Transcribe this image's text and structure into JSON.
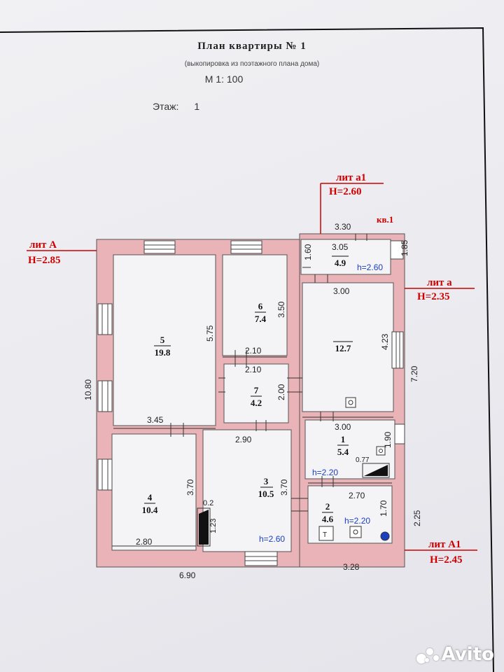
{
  "header": {
    "title": "План квартиры № 1",
    "subtitle": "(выкопировка из поэтажного плана дома)",
    "scale": "М  1: 100",
    "floor_label": "Этаж:",
    "floor_value": "1"
  },
  "liters": [
    {
      "id": "A",
      "name": "лит А",
      "height": "Н=2.85"
    },
    {
      "id": "a1",
      "name": "лит а1",
      "height": "Н=2.60"
    },
    {
      "id": "a",
      "name": "лит а",
      "height": "Н=2.35"
    },
    {
      "id": "A1",
      "name": "лит А1",
      "height": "Н=2.45"
    }
  ],
  "apartment_label": "кв.1",
  "rooms": [
    {
      "num": "1",
      "area": "5.4"
    },
    {
      "num": "2",
      "area": "4.6"
    },
    {
      "num": "3",
      "area": "10.5"
    },
    {
      "num": "4",
      "area": "10.4"
    },
    {
      "num": "5",
      "area": "19.8"
    },
    {
      "num": "6",
      "area": "7.4"
    },
    {
      "num": "7",
      "area": "4.2"
    },
    {
      "num": "",
      "area": "12.7"
    },
    {
      "num": "",
      "area": "4.9"
    }
  ],
  "dimensions": {
    "d_330": "3.30",
    "d_305": "3.05",
    "d_160": "1.60",
    "d_185": "1.85",
    "d_300a": "3.00",
    "d_423": "4.23",
    "d_720": "7.20",
    "d_300b": "3.00",
    "d_190": "1.90",
    "d_077": "0.77",
    "d_270": "2.70",
    "d_170": "1.70",
    "d_225": "2.25",
    "d_328": "3.28",
    "d_1080": "10.80",
    "d_575": "5.75",
    "d_345": "3.45",
    "d_350": "3.50",
    "d_210a": "2.10",
    "d_210b": "2.10",
    "d_200": "2.00",
    "d_290": "2.90",
    "d_370a": "3.70",
    "d_370b": "3.70",
    "d_02": "0.2",
    "d_123": "1.23",
    "d_280": "2.80",
    "d_690": "6.90"
  },
  "heights": {
    "h_a1": "h=2.60",
    "h_1": "h=2.20",
    "h_2": "h=2.20",
    "h_3": "h=2.60"
  },
  "fixtures": {
    "toilet": "T"
  },
  "watermark": "Avito",
  "colors": {
    "wall": "#e9b3b7",
    "wall_stroke": "#555",
    "liter": "#cc0000",
    "height_blue": "#1a3fc0"
  }
}
